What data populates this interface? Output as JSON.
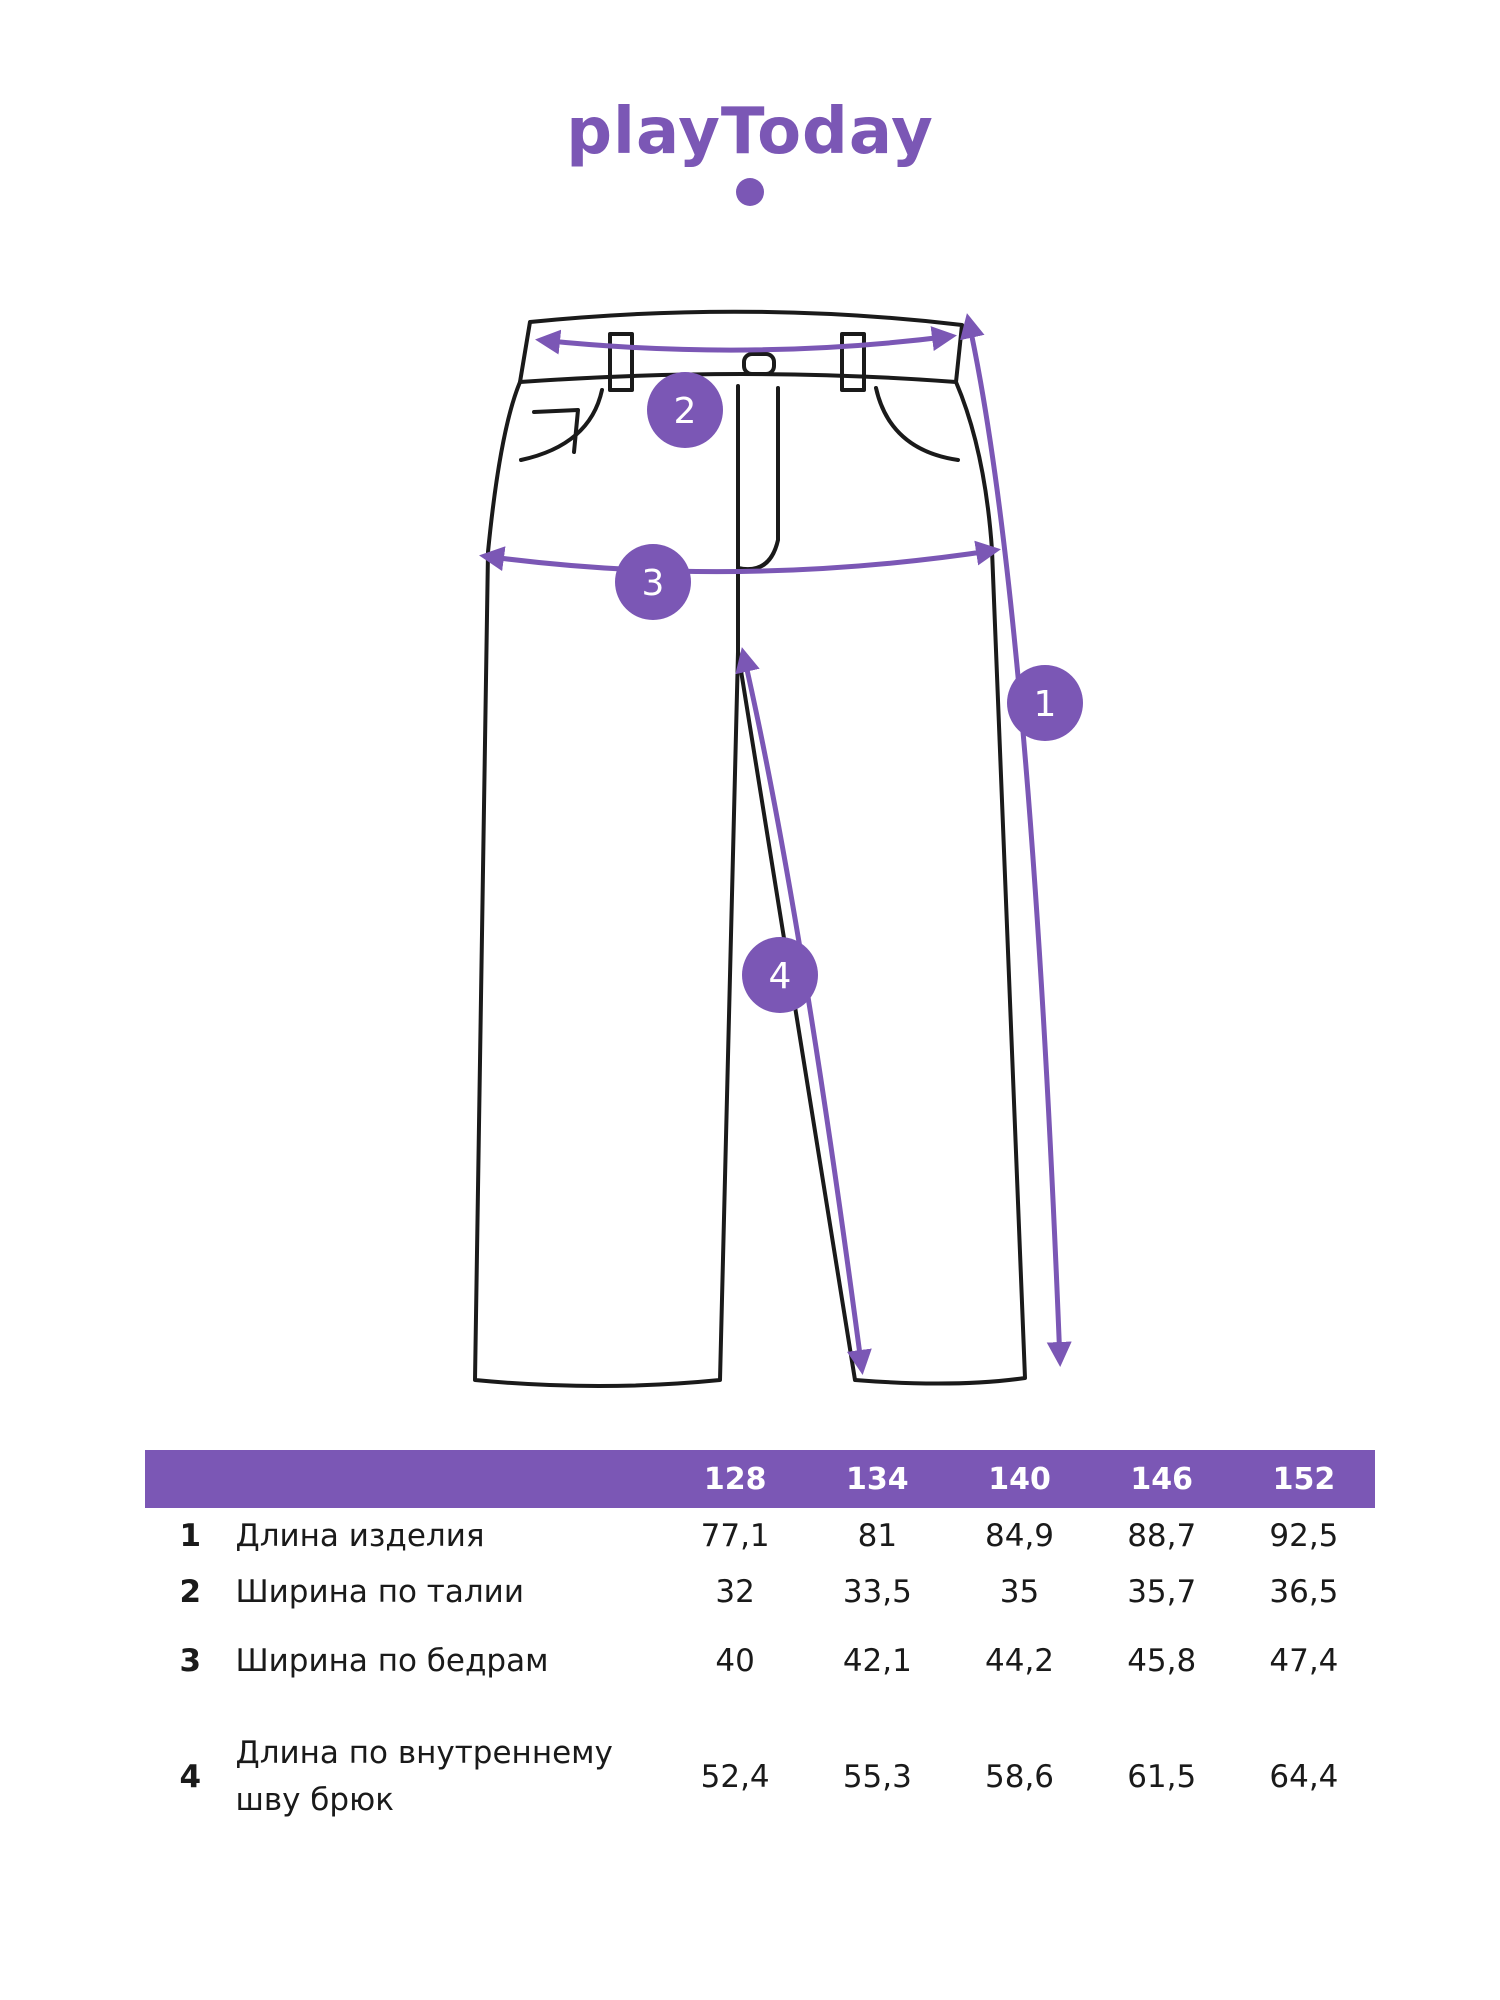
{
  "brand": {
    "logo_text": "playToday",
    "color": "#7b57b5"
  },
  "diagram": {
    "line_color": "#1a1a1a",
    "accent_color": "#7b57b5",
    "badges": [
      "1",
      "2",
      "3",
      "4"
    ]
  },
  "size_table": {
    "header_color": "#7b57b5",
    "sizes": [
      "128",
      "134",
      "140",
      "146",
      "152"
    ],
    "rows": [
      {
        "num": "1",
        "label": "Длина изделия",
        "values": [
          "77,1",
          "81",
          "84,9",
          "88,7",
          "92,5"
        ]
      },
      {
        "num": "2",
        "label": "Ширина по талии",
        "values": [
          "32",
          "33,5",
          "35",
          "35,7",
          "36,5"
        ]
      },
      {
        "num": "3",
        "label": "Ширина по бедрам",
        "values": [
          "40",
          "42,1",
          "44,2",
          "45,8",
          "47,4"
        ]
      },
      {
        "num": "4",
        "label": "Длина по внутреннему шву брюк",
        "values": [
          "52,4",
          "55,3",
          "58,6",
          "61,5",
          "64,4"
        ]
      }
    ]
  }
}
